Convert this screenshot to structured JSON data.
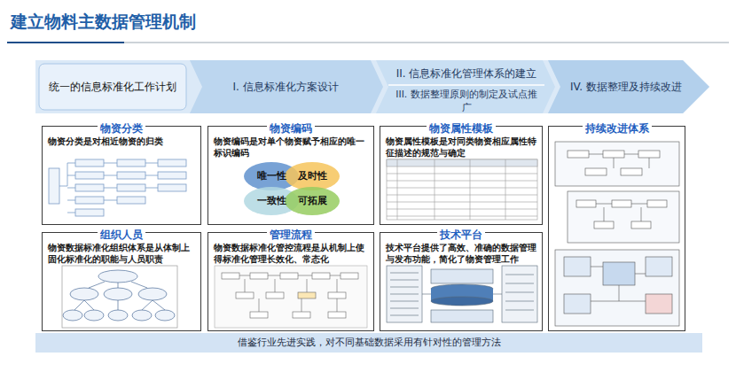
{
  "diagram": {
    "title": "建立物料主数据管理机制",
    "nodes": [
      {
        "text": [
          "统一的信息标准化工作计划"
        ]
      },
      {
        "text": [
          "I. 信息标准化方案设计"
        ]
      },
      {
        "text": [
          "II. 信息标准化管理体系的建立"
        ]
      },
      {
        "text": [
          "III. 数据整理原则的制定及试点推广"
        ]
      },
      {
        "text": [
          "IV. 数据整理及持续改进"
        ]
      },
      {
        "text": [
          "物资分类",
          "物资分类是对相近物资的归类"
        ]
      },
      {
        "text": [
          "物资编码",
          "物资编码是对单个物资赋予相应的唯一标识编码"
        ]
      },
      {
        "text": [
          "唯一性"
        ],
        "in": 6
      },
      {
        "text": [
          "及时性"
        ],
        "in": 6
      },
      {
        "text": [
          "一致性"
        ],
        "in": 6
      },
      {
        "text": [
          "可拓展"
        ],
        "in": 6
      },
      {
        "text": [
          "物资属性模板",
          "物资属性模板是对同类物资相应属性特征描述的规范与确定"
        ]
      },
      {
        "text": [
          "持续改进体系"
        ]
      },
      {
        "text": [
          "组织人员",
          "物资数据标准化组织体系是从体制上固化标准化的职能与人员职责"
        ]
      },
      {
        "text": [
          "管理流程",
          "物资数据标准化管控流程是从机制上使得标准化管理长效化、常态化"
        ]
      },
      {
        "text": [
          "技术平台",
          "技术平台提供了高效、准确的数据管理与发布功能，简化了物资管理工作"
        ]
      },
      {
        "text": [
          "借鉴行业先进实践，对不同基础数据采用有针对性的管理方法"
        ]
      }
    ]
  }
}
